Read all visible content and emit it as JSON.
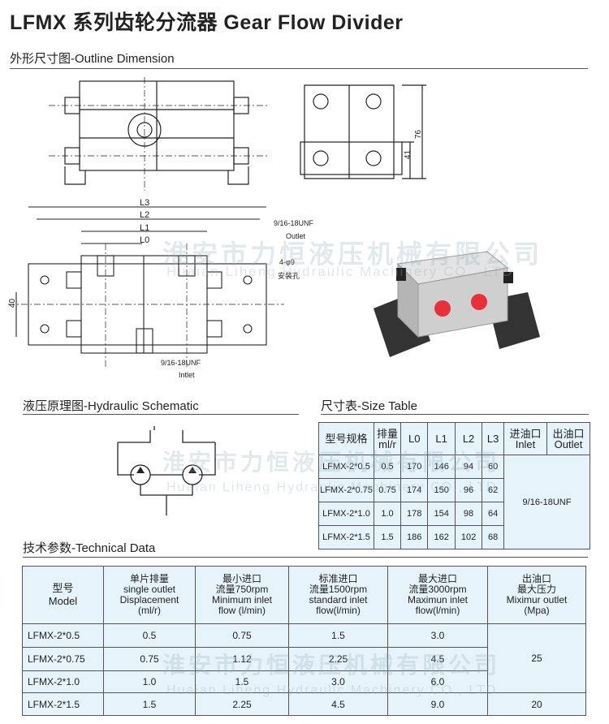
{
  "title": "LFMX 系列齿轮分流器 Gear Flow Divider",
  "sections": {
    "outline": "外形尺寸图-Outline Dimension",
    "schematic": "液压原理图-Hydraulic Schematic",
    "size": "尺寸表-Size Table",
    "technical": "技术参数-Technical Data"
  },
  "drawing": {
    "l3": "L3",
    "l2": "L2",
    "l1": "L1",
    "l0": "L0",
    "outlet_thread": "9/16-18UNF",
    "outlet": "Outlet",
    "holes": "4-φ9",
    "holes_cn": "安装孔",
    "inlet_thread": "9/16-18UNF",
    "inlet": "Intlet",
    "dim_40": "40",
    "dim_76": "76",
    "dim_41": "41"
  },
  "watermark": {
    "cn": "淮安市力恒液压机械有限公司",
    "en": "Huaian Liheng Hydraulic Machinery CO., LTD"
  },
  "size_table": {
    "headers": [
      "型号规格",
      "排量\nml/r",
      "L0",
      "L1",
      "L2",
      "L3",
      "进油口\nInlet",
      "出油口\nOutlet"
    ],
    "rows": [
      [
        "LFMX-2*0.5",
        "0.5",
        "170",
        "146",
        "94",
        "60"
      ],
      [
        "LFMX-2*0.75",
        "0.75",
        "174",
        "150",
        "96",
        "62"
      ],
      [
        "LFMX-2*1.0",
        "1.0",
        "178",
        "154",
        "98",
        "64"
      ],
      [
        "LFMX-2*1.5",
        "1.5",
        "186",
        "162",
        "102",
        "68"
      ]
    ],
    "port": "9/16-18UNF"
  },
  "tech_table": {
    "headers": [
      "型号\nModel",
      "单片排量\nsingle outlet\nDisplacement\n(ml/r)",
      "最小进口\n流量750rpm\nMinimum inlet\nflow (l/min)",
      "标准进口\n流量1500rpm\nstandard inlet\nflow(l/min)",
      "最大进口\n流量3000rpm\nMaximun inlet\nflow(l/min)",
      "出油口\n最大压力\nMiximur outlet\n(Mpa)"
    ],
    "rows": [
      [
        "LFMX-2*0.5",
        "0.5",
        "0.75",
        "1.5",
        "3.0"
      ],
      [
        "LFMX-2*0.75",
        "0.75",
        "1.12",
        "2.25",
        "4.5"
      ],
      [
        "LFMX-2*1.0",
        "1.0",
        "1.5",
        "3.0",
        "6.0"
      ],
      [
        "LFMX-2*1.5",
        "1.5",
        "2.25",
        "4.5",
        "9.0"
      ]
    ],
    "pressure": [
      "25",
      "20"
    ]
  }
}
